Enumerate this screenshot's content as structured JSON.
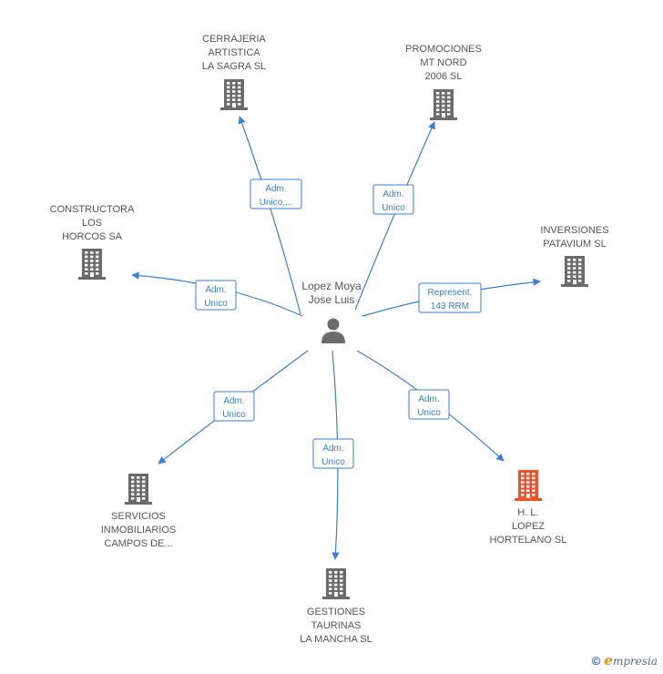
{
  "center": {
    "name_lines": [
      "Lopez Moya",
      "Jose Luis"
    ],
    "icon": "person-icon"
  },
  "companies": [
    {
      "id": "cerrajeria",
      "lines": [
        "CERRAJERIA",
        "ARTISTICA",
        "LA SAGRA SL"
      ],
      "icon": "building-icon",
      "color": "#6b6b6b"
    },
    {
      "id": "promociones",
      "lines": [
        "PROMOCIONES",
        "MT NORD",
        "2006 SL"
      ],
      "icon": "building-icon",
      "color": "#6b6b6b"
    },
    {
      "id": "constructora",
      "lines": [
        "CONSTRUCTORA",
        "LOS",
        "HORCOS SA"
      ],
      "icon": "building-icon",
      "color": "#6b6b6b"
    },
    {
      "id": "inversiones",
      "lines": [
        "INVERSIONES",
        "PATAVIUM SL"
      ],
      "icon": "building-icon",
      "color": "#6b6b6b"
    },
    {
      "id": "servicios",
      "lines": [
        "SERVICIOS",
        "INMOBILIARIOS",
        "CAMPOS DE..."
      ],
      "icon": "building-icon",
      "color": "#6b6b6b"
    },
    {
      "id": "gestiones",
      "lines": [
        "GESTIONES",
        "TAURINAS",
        "LA MANCHA  SL"
      ],
      "icon": "building-icon",
      "color": "#6b6b6b"
    },
    {
      "id": "hl-lopez",
      "lines": [
        "H.  L.",
        "LOPEZ",
        "HORTELANO SL"
      ],
      "icon": "building-icon",
      "color": "#f0502a"
    }
  ],
  "edges": [
    {
      "to": "cerrajeria",
      "lines": [
        "Adm.",
        "Unico,..."
      ]
    },
    {
      "to": "promociones",
      "lines": [
        "Adm.",
        "Unico"
      ]
    },
    {
      "to": "constructora",
      "lines": [
        "Adm.",
        "Unico"
      ]
    },
    {
      "to": "inversiones",
      "lines": [
        "Represent.",
        "143 RRM"
      ]
    },
    {
      "to": "servicios",
      "lines": [
        "Adm.",
        "Unico"
      ]
    },
    {
      "to": "gestiones",
      "lines": [
        "Adm.",
        "Unico"
      ]
    },
    {
      "to": "hl-lopez",
      "lines": [
        "Adm.",
        "Unico"
      ]
    }
  ],
  "colors": {
    "edge": "#3a7fd5",
    "building": "#6b6b6b",
    "highlight": "#f0502a",
    "text": "#555555"
  },
  "credit": {
    "copyright_symbol": "©",
    "brand": "mpresia",
    "brand_initial": "e"
  }
}
